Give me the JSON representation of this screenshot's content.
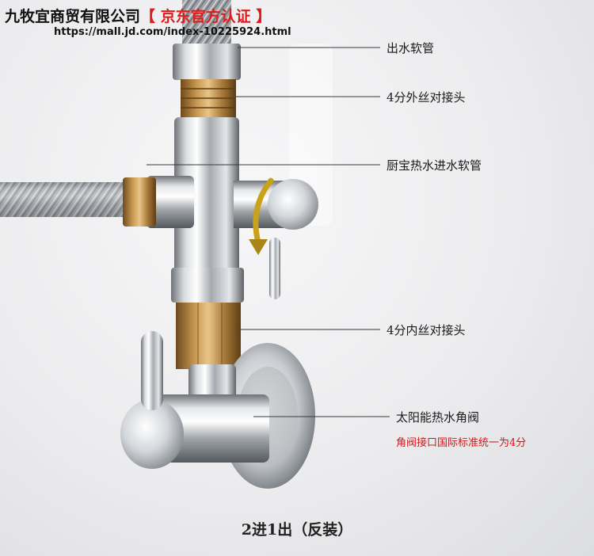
{
  "header": {
    "shop_name": "九牧宜商贸有限公司",
    "badge": "【 京东官方认证 】",
    "url": "https://mall.jd.com/index-10225924.html"
  },
  "labels": {
    "outlet_hose": "出水软管",
    "male_connector": "4分外丝对接头",
    "kitchen_inlet_hose": "厨宝热水进水软管",
    "female_connector": "4分内丝对接头",
    "solar_angle_valve": "太阳能热水角阀",
    "standard_note": "角阀接口国际标准统一为4分"
  },
  "caption": "2进1出（反装）",
  "colors": {
    "note_red": "#d4161b",
    "badge_red": "#e01b1b",
    "leader_line": "#3a3a3a"
  }
}
